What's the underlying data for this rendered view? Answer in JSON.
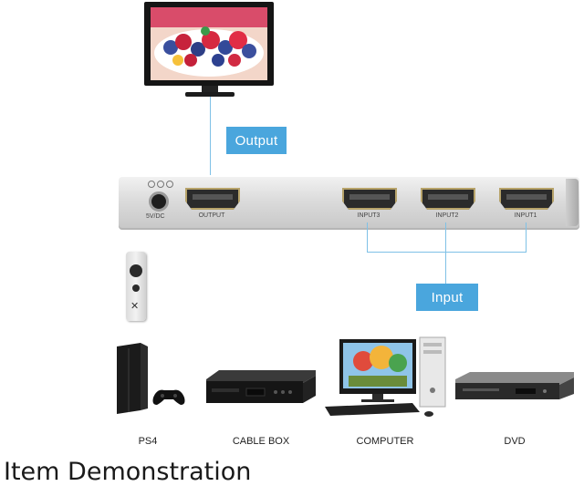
{
  "callouts": {
    "output": "Output",
    "input": "Input"
  },
  "switch": {
    "dc_label": "5V/DC",
    "ports": [
      "OUTPUT",
      "INPUT3",
      "INPUT2",
      "INPUT1"
    ]
  },
  "devices": [
    "PS4",
    "CABLE BOX",
    "COMPUTER",
    "DVD"
  ],
  "caption": "Item Demonstration",
  "colors": {
    "accent": "#4aa6dd",
    "connector": "#7fc1e6"
  },
  "icons": [
    "monitor-icon",
    "remote-icon",
    "ps4-icon",
    "cable-box-icon",
    "computer-icon",
    "dvd-player-icon"
  ]
}
